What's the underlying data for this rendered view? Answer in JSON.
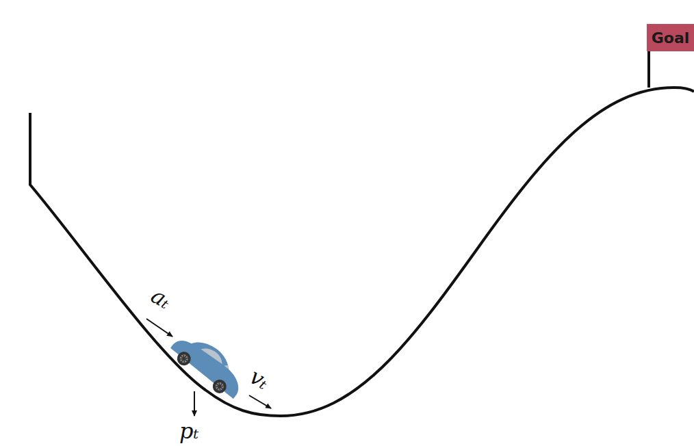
{
  "diagram": {
    "nodes": [
      {
        "text": [
          "Goal"
        ]
      }
    ],
    "labels": [
      "aₜ",
      "vₜ",
      "pₜ"
    ]
  }
}
